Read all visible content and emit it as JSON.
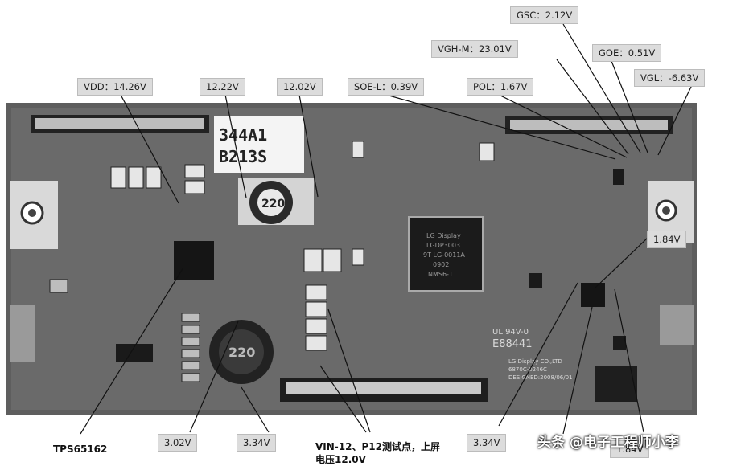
{
  "labels": {
    "vdd": "VDD：14.26V",
    "v1222": "12.22V",
    "v1202": "12.02V",
    "soe": "SOE-L：0.39V",
    "pol": "POL：1.67V",
    "vgh": "VGH-M：23.01V",
    "gsc": "GSC：2.12V",
    "goe": "GOE：0.51V",
    "vgl": "VGL：-6.63V",
    "v184": "1.84V",
    "v302": "3.02V",
    "v334a": "3.34V",
    "v334b": "3.34V",
    "v184b": "1.84V"
  },
  "bottom_text": {
    "tps": "TPS65162",
    "vin_line1": "VIN-12、P12测试点，上屏",
    "vin_line2": "电压12.0V"
  },
  "board_markings": {
    "sticker_line1": "344A1",
    "sticker_line2": "B213S",
    "inductor_top": "220",
    "inductor_bottom": "220",
    "chip_line1": "LG Display",
    "chip_line2": "LGDP3003",
    "chip_line3": "9T LG-0011A",
    "chip_line4": "0902",
    "chip_line5": "NMS6-1",
    "silk_line1": "UL 94V-0",
    "silk_line2": "E88441",
    "silk_line3": "LG Display CO.,LTD",
    "silk_line4": "6870C-0246C",
    "silk_line5": "DESIGNED:2008/06/01"
  },
  "watermark": "头条 @电子工程师小李"
}
